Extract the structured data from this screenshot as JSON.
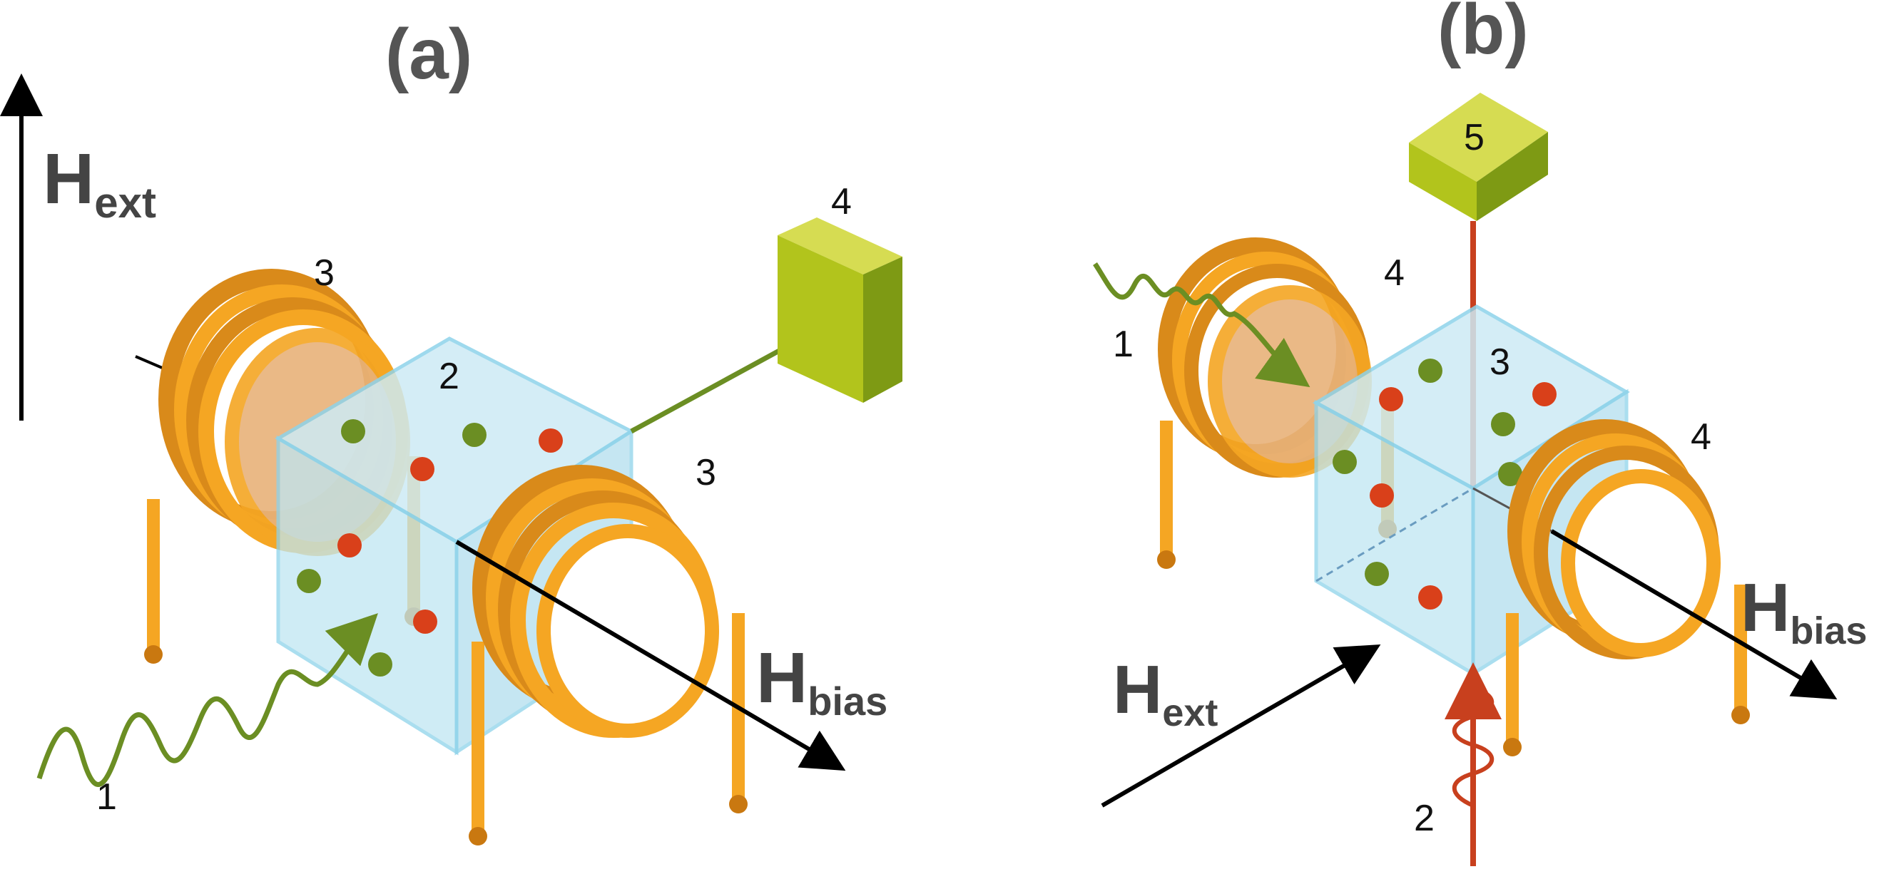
{
  "panels": {
    "a": {
      "title": "(a)",
      "labels": {
        "wave_source": "1",
        "sample": "2",
        "coil_top": "3",
        "coil_front": "3",
        "detector": "4"
      },
      "field_ext": {
        "main": "H",
        "sub": "ext"
      },
      "field_bias": {
        "main": "H",
        "sub": "bias"
      }
    },
    "b": {
      "title": "(b)",
      "labels": {
        "green_wave": "1",
        "red_wave": "2",
        "sample": "3",
        "coil_left": "4",
        "coil_right": "4",
        "detector": "5"
      },
      "field_ext": {
        "main": "H",
        "sub": "ext"
      },
      "field_bias": {
        "main": "H",
        "sub": "bias"
      }
    }
  },
  "colors": {
    "coil": "#F5A623",
    "coil_dark": "#C97810",
    "cube_fill": "#BFE6F2",
    "cube_edge": "#8ED3EA",
    "green_dot": "#6B8E23",
    "red_dot": "#D9401A",
    "green_wave": "#6B8E23",
    "red_wave": "#C8401E",
    "detector_top": "#D6DC52",
    "detector_front": "#B2C41C",
    "detector_side": "#7E9A14"
  }
}
